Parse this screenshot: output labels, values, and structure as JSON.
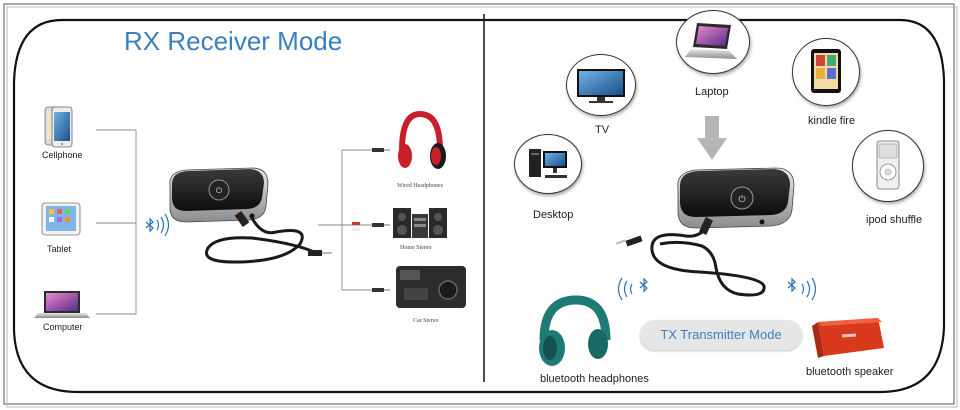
{
  "rx_panel": {
    "title": "RX Receiver Mode",
    "sources": [
      {
        "label": "Cellphone",
        "icon": "smartphone-icon"
      },
      {
        "label": "Tablet",
        "icon": "tablet-icon"
      },
      {
        "label": "Computer",
        "icon": "laptop-icon"
      }
    ],
    "outputs": [
      {
        "label": "Wired Headphones",
        "icon": "headphones-icon"
      },
      {
        "label": "Home Stereo",
        "icon": "stereo-speaker-icon"
      },
      {
        "label": "Car Stereo",
        "icon": "car-stereo-icon"
      }
    ]
  },
  "tx_panel": {
    "mode_label": "TX Transmitter Mode",
    "sources": [
      {
        "label": "Desktop",
        "icon": "desktop-computer-icon"
      },
      {
        "label": "TV",
        "icon": "tv-icon"
      },
      {
        "label": "Laptop",
        "icon": "laptop-icon"
      },
      {
        "label": "kindle fire",
        "icon": "ereader-icon"
      },
      {
        "label": "ipod shuffle",
        "icon": "music-player-icon"
      }
    ],
    "receivers": [
      {
        "label": "bluetooth headphones",
        "icon": "wireless-headphones-icon"
      },
      {
        "label": "bluetooth speaker",
        "icon": "bluetooth-speaker-icon"
      }
    ]
  },
  "colors": {
    "title_blue": "#3a7fbf",
    "device_black": "#1a1a1a",
    "headphone_red": "#c8202a",
    "headphone_teal": "#1f7a76",
    "speaker_red": "#d93a1e",
    "arrow_gray": "#b5b5b5"
  }
}
